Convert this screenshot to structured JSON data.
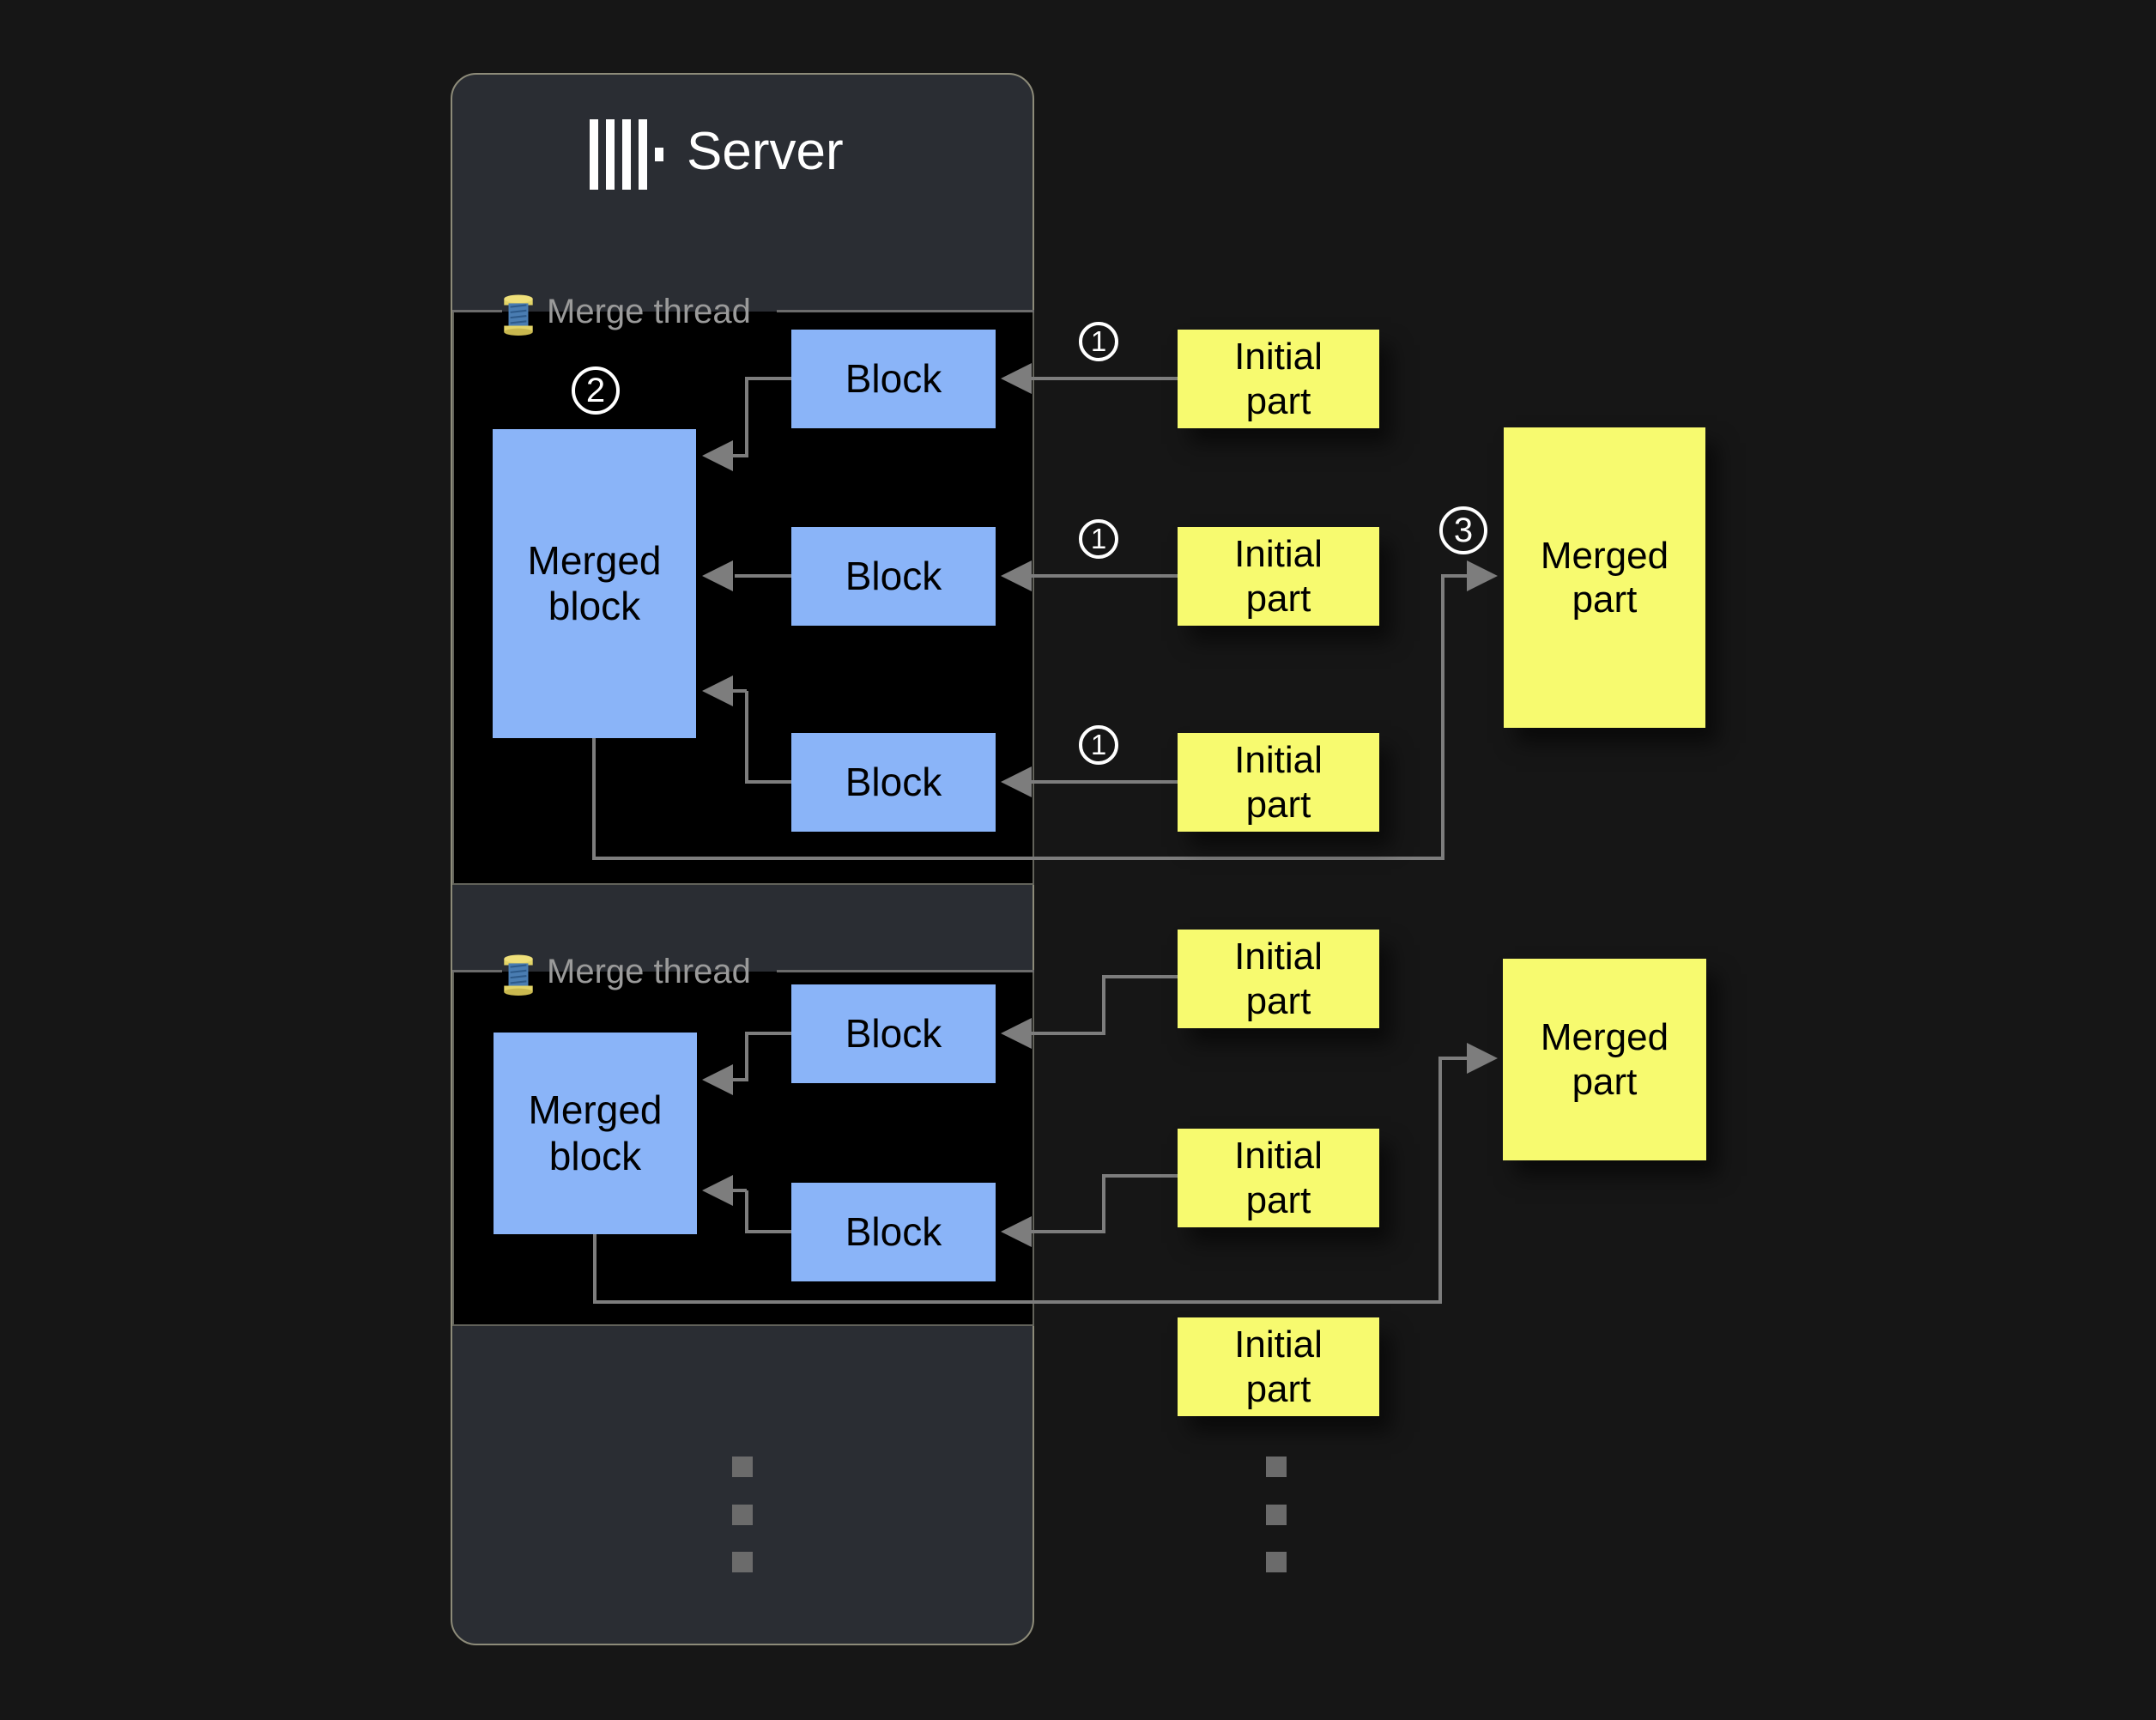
{
  "server": {
    "title": "Server",
    "logo_icon": "clickhouse-bars-logo",
    "colors": {
      "page_bg": "#161616",
      "server_bg": "#2a2d33",
      "server_border": "#8d8b79",
      "panel_black": "#000000",
      "block_blue": "#8ab4f8",
      "note_yellow": "#f7fa6f",
      "line_gray": "#7d7d7d",
      "label_gray": "#9a9a9a",
      "badge_white": "#ffffff"
    },
    "merge_threads": [
      {
        "label": "Merge thread",
        "icon": "thread-spool-icon",
        "merged_block_label": "Merged block",
        "block_labels": [
          "Block",
          "Block",
          "Block"
        ]
      },
      {
        "label": "Merge thread",
        "icon": "thread-spool-icon",
        "merged_block_label": "Merged block",
        "block_labels": [
          "Block",
          "Block"
        ]
      }
    ]
  },
  "parts": {
    "initial_parts": [
      "Initial part",
      "Initial part",
      "Initial part",
      "Initial part",
      "Initial part",
      "Initial part"
    ],
    "merged_parts": [
      "Merged part",
      "Merged part"
    ]
  },
  "step_badges": {
    "one": "1",
    "two": "2",
    "three": "3"
  }
}
